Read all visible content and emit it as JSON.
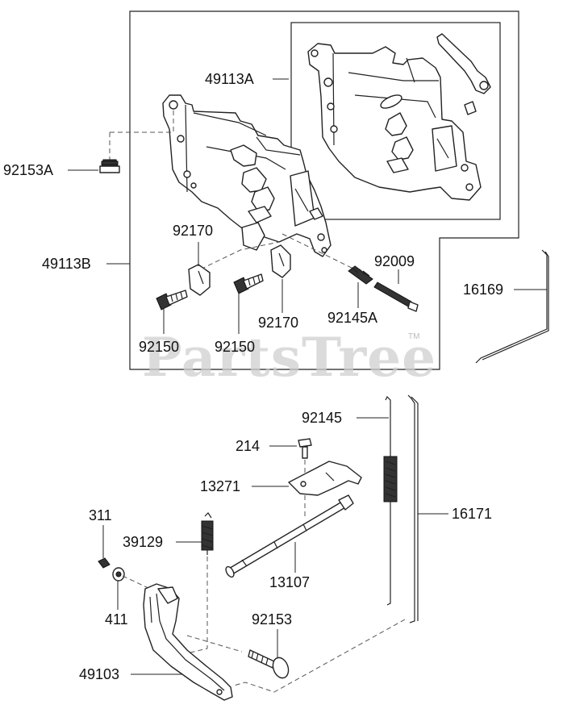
{
  "watermark": {
    "text": "PartsTree",
    "trademark": "TM"
  },
  "callouts": {
    "p49113A": "49113A",
    "p92153A": "92153A",
    "p49113B": "49113B",
    "p92170_top": "92170",
    "p92009": "92009",
    "p16169": "16169",
    "p92145A": "92145A",
    "p92170_bottom": "92170",
    "p92150_left": "92150",
    "p92150_right": "92150",
    "p92145": "92145",
    "p214": "214",
    "p13271": "13271",
    "p16171": "16171",
    "p311": "311",
    "p39129": "39129",
    "p13107": "13107",
    "p411": "411",
    "p92153": "92153",
    "p49103": "49103"
  }
}
